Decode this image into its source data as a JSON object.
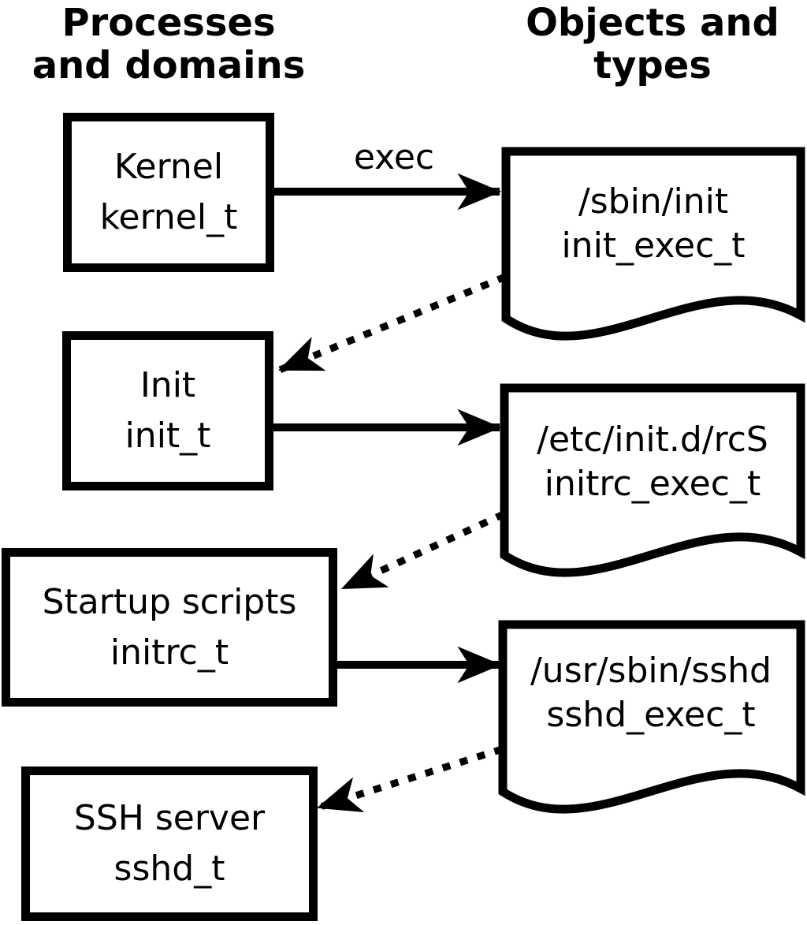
{
  "title_columns": {
    "processes": {
      "line1": "Processes",
      "line2": "and domains"
    },
    "objects": {
      "line1": "Objects and",
      "line2": "types"
    }
  },
  "processes": [
    {
      "name": "Kernel",
      "domain": "kernel_t"
    },
    {
      "name": "Init",
      "domain": "init_t"
    },
    {
      "name": "Startup scripts",
      "domain": "initrc_t"
    },
    {
      "name": "SSH server",
      "domain": "sshd_t"
    }
  ],
  "objects": [
    {
      "path": "/sbin/init",
      "type": "init_exec_t"
    },
    {
      "path": "/etc/init.d/rcS",
      "type": "initrc_exec_t"
    },
    {
      "path": "/usr/sbin/sshd",
      "type": "sshd_exec_t"
    }
  ],
  "arrows": {
    "exec_label": "exec"
  },
  "colors": {
    "ink": "#000000",
    "background": "#ffffff"
  }
}
